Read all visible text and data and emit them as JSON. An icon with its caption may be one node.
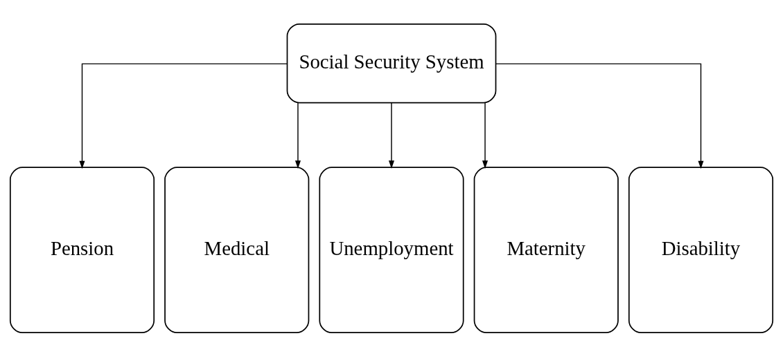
{
  "diagram": {
    "nodes": [
      {
        "text": [
          "Social Security System"
        ]
      },
      {
        "text": [
          "Pension"
        ]
      },
      {
        "text": [
          "Medical"
        ]
      },
      {
        "text": [
          "Unemployment"
        ]
      },
      {
        "text": [
          "Maternity"
        ]
      },
      {
        "text": [
          "Disability"
        ]
      }
    ],
    "edges": [
      {
        "from": 0,
        "to": 1,
        "arrow": "to"
      },
      {
        "from": 0,
        "to": 2,
        "arrow": "to"
      },
      {
        "from": 0,
        "to": 3,
        "arrow": "to"
      },
      {
        "from": 0,
        "to": 4,
        "arrow": "to"
      },
      {
        "from": 0,
        "to": 5,
        "arrow": "to"
      }
    ]
  }
}
